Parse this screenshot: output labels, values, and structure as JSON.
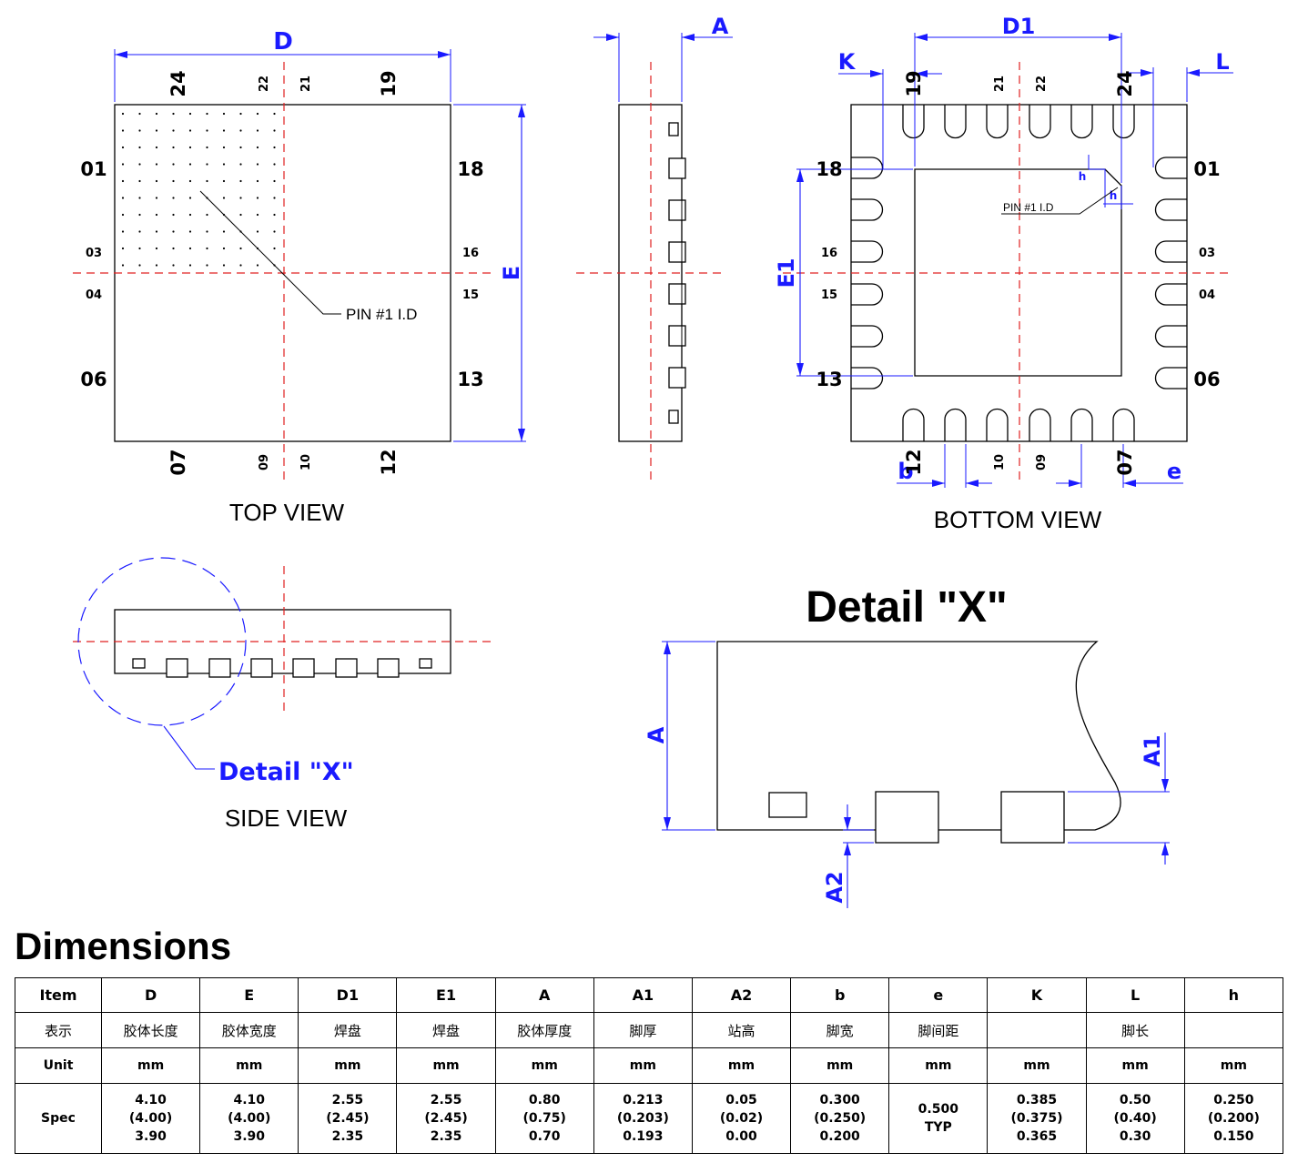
{
  "labels": {
    "D": "D",
    "E": "E",
    "A": "A",
    "D1": "D1",
    "E1": "E1",
    "K": "K",
    "L": "L",
    "b": "b",
    "e": "e",
    "h": "h",
    "A1": "A1",
    "A2": "A2"
  },
  "pins": {
    "top_view": {
      "top": [
        "24",
        "22",
        "21",
        "19"
      ],
      "bottom": [
        "07",
        "09",
        "10",
        "12"
      ],
      "left": [
        "01",
        "03",
        "04",
        "06"
      ],
      "right": [
        "18",
        "16",
        "15",
        "13"
      ]
    },
    "bottom_view": {
      "top": [
        "19",
        "21",
        "22",
        "24"
      ],
      "bottom": [
        "12",
        "10",
        "09",
        "07"
      ],
      "left": [
        "18",
        "16",
        "15",
        "13"
      ],
      "right": [
        "01",
        "03",
        "04",
        "06"
      ]
    }
  },
  "captions": {
    "top_view": "TOP VIEW",
    "bottom_view": "BOTTOM VIEW",
    "side_view": "SIDE VIEW",
    "detail_ref": "Detail \"X\"",
    "detail_title": "Detail \"X\"",
    "pin1_top": "PIN #1 I.D",
    "pin1_bottom": "PIN #1 I.D"
  },
  "table": {
    "title": "Dimensions",
    "columns": [
      {
        "item": "D",
        "label": "胶体长度",
        "unit": "mm",
        "spec": "4.10\n(4.00)\n3.90"
      },
      {
        "item": "E",
        "label": "胶体宽度",
        "unit": "mm",
        "spec": "4.10\n(4.00)\n3.90"
      },
      {
        "item": "D1",
        "label": "焊盘",
        "unit": "mm",
        "spec": "2.55\n(2.45)\n2.35"
      },
      {
        "item": "E1",
        "label": "焊盘",
        "unit": "mm",
        "spec": "2.55\n(2.45)\n2.35"
      },
      {
        "item": "A",
        "label": "胶体厚度",
        "unit": "mm",
        "spec": "0.80\n(0.75)\n0.70"
      },
      {
        "item": "A1",
        "label": "脚厚",
        "unit": "mm",
        "spec": "0.213\n(0.203)\n0.193"
      },
      {
        "item": "A2",
        "label": "站高",
        "unit": "mm",
        "spec": "0.05\n(0.02)\n0.00"
      },
      {
        "item": "b",
        "label": "脚宽",
        "unit": "mm",
        "spec": "0.300\n(0.250)\n0.200"
      },
      {
        "item": "e",
        "label": "脚间距",
        "unit": "mm",
        "spec": "0.500\nTYP"
      },
      {
        "item": "K",
        "label": "",
        "unit": "mm",
        "spec": "0.385\n(0.375)\n0.365"
      },
      {
        "item": "L",
        "label": "脚长",
        "unit": "mm",
        "spec": "0.50\n(0.40)\n0.30"
      },
      {
        "item": "h",
        "label": "",
        "unit": "mm",
        "spec": "0.250\n(0.200)\n0.150"
      }
    ],
    "row_heads": {
      "item": "Item",
      "label": "表示",
      "unit": "Unit",
      "spec": "Spec"
    }
  }
}
